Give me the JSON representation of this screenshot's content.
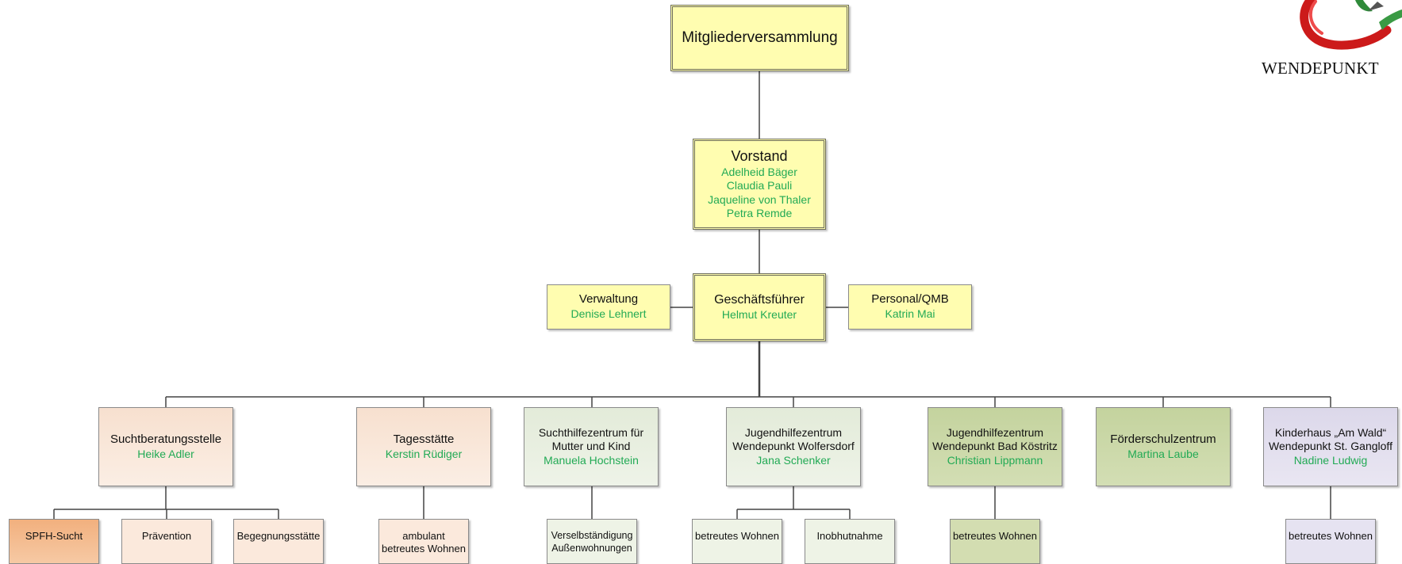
{
  "top": {
    "title": "Mitgliederversammlung"
  },
  "board": {
    "title": "Vorstand",
    "members": [
      "Adelheid Bäger",
      "Claudia Pauli",
      "Jaqueline von Thaler",
      "Petra Remde"
    ]
  },
  "ceo": {
    "title": "Geschäftsführer",
    "person": "Helmut Kreuter"
  },
  "admin": {
    "title": "Verwaltung",
    "person": "Denise Lehnert"
  },
  "hr": {
    "title": "Personal/QMB",
    "person": "Katrin Mai"
  },
  "units": [
    {
      "line1": "Suchtberatungsstelle",
      "line2": "",
      "person": "Heike Adler"
    },
    {
      "line1": "Tagesstätte",
      "line2": "",
      "person": "Kerstin Rüdiger"
    },
    {
      "line1": "Suchthilfezentrum für",
      "line2": "Mutter und Kind",
      "person": "Manuela Hochstein"
    },
    {
      "line1": "Jugendhilfezentrum",
      "line2": "Wendepunkt Wolfersdorf",
      "person": "Jana Schenker"
    },
    {
      "line1": "Jugendhilfezentrum",
      "line2": "Wendepunkt Bad Köstritz",
      "person": "Christian Lippmann"
    },
    {
      "line1": "Förderschulzentrum",
      "line2": "",
      "person": "Martina Laube"
    },
    {
      "line1": "Kinderhaus „Am Wald“",
      "line2": "Wendepunkt St. Gangloff",
      "person": "Nadine Ludwig"
    }
  ],
  "subunits": [
    {
      "line1": "SPFH-Sucht",
      "line2": ""
    },
    {
      "line1": "Prävention",
      "line2": ""
    },
    {
      "line1": "Begegnungsstätte",
      "line2": ""
    },
    {
      "line1": "ambulant",
      "line2": "betreutes Wohnen"
    },
    {
      "line1": "Verselbständigung",
      "line2": "Außenwohnungen"
    },
    {
      "line1": "betreutes Wohnen",
      "line2": ""
    },
    {
      "line1": "Inobhutnahme",
      "line2": ""
    },
    {
      "line1": "betreutes Wohnen",
      "line2": ""
    },
    {
      "line1": "betreutes Wohnen",
      "line2": ""
    }
  ],
  "logo": {
    "text": "WENDEPUNKT"
  },
  "colors": {
    "person_text": "#22aa55",
    "management_fill": "#fffdb0",
    "connector": "#444444"
  }
}
